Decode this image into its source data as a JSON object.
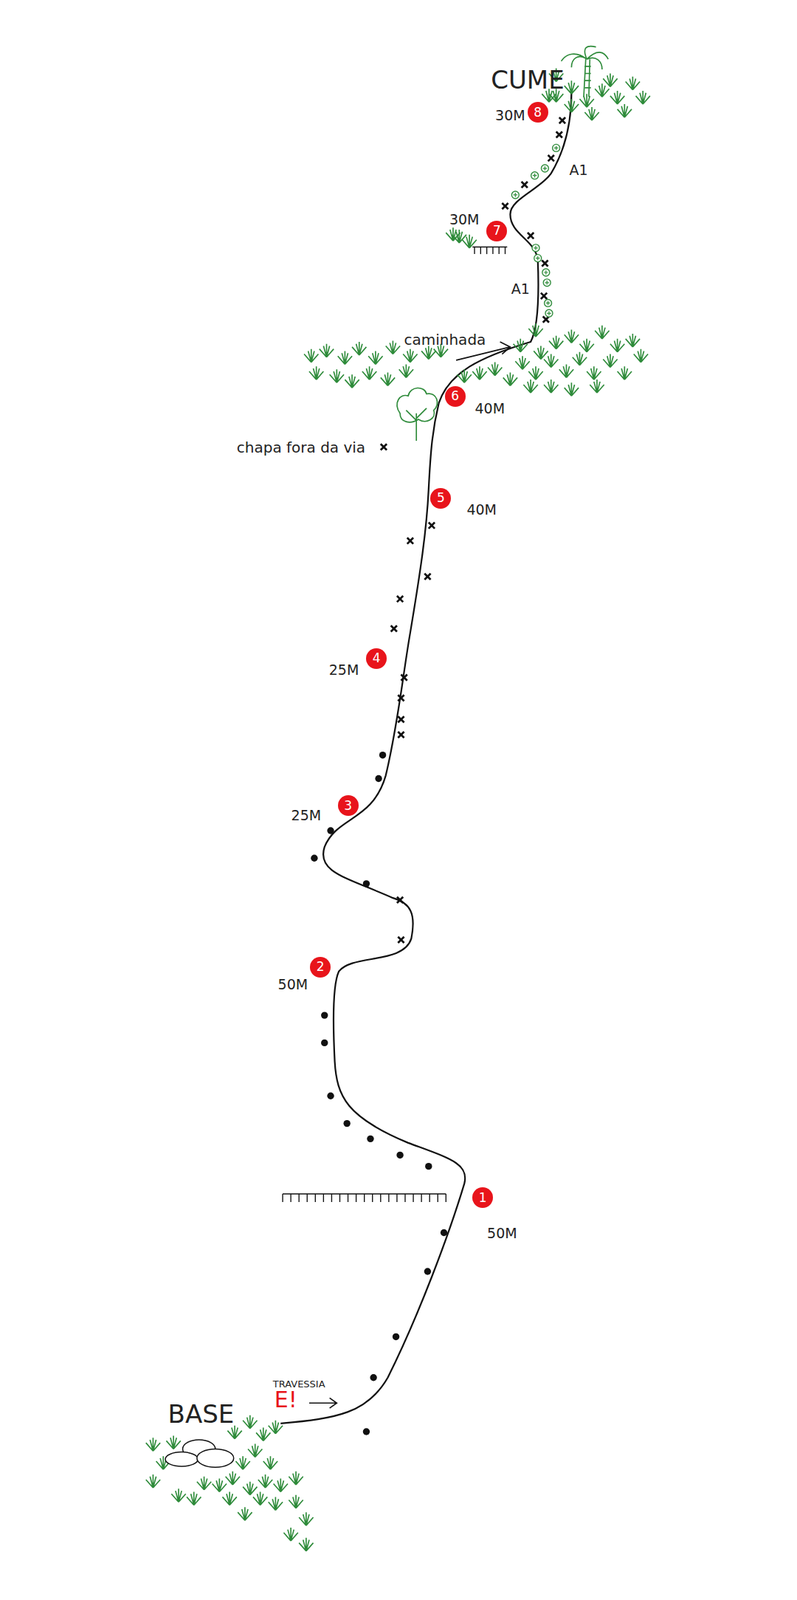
{
  "diagram": {
    "nodes": [
      {
        "text": [
          "8"
        ]
      },
      {
        "text": [
          "7"
        ]
      },
      {
        "text": [
          "6"
        ]
      },
      {
        "text": [
          "5"
        ]
      },
      {
        "text": [
          "4"
        ]
      },
      {
        "text": [
          "3"
        ]
      },
      {
        "text": [
          "2"
        ]
      },
      {
        "text": [
          "1"
        ]
      }
    ],
    "labels": [
      "CUME",
      "30M",
      "A1",
      "30M",
      "A1",
      "caminhada",
      "40M",
      "chapa fora da via",
      "40M",
      "25M",
      "25M",
      "50M",
      "50M",
      "TRAVESSIA",
      "E!",
      "BASE"
    ]
  }
}
